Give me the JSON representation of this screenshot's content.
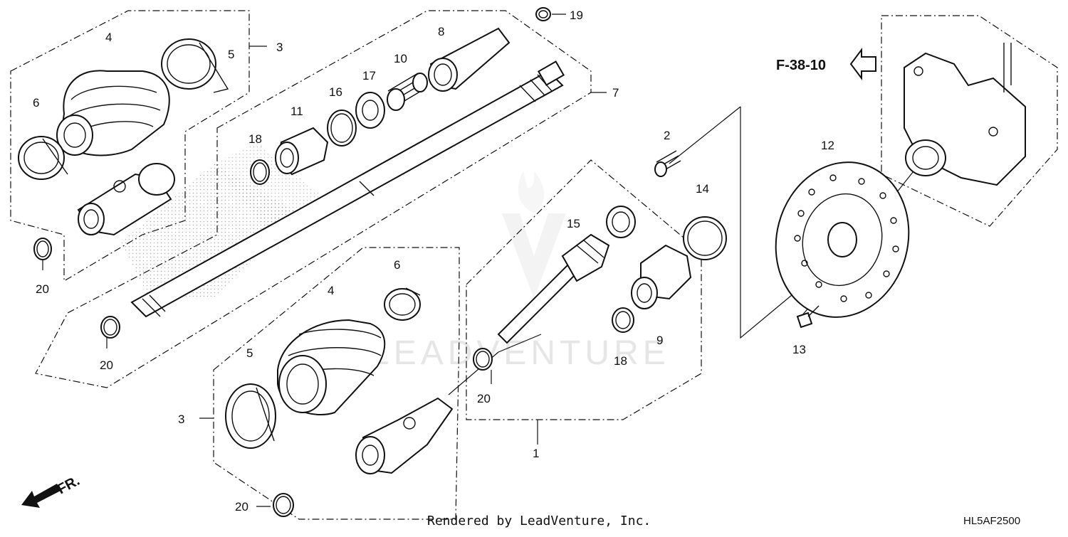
{
  "diagram": {
    "callouts": [
      "1",
      "2",
      "3",
      "3",
      "4",
      "4",
      "5",
      "5",
      "6",
      "6",
      "7",
      "8",
      "9",
      "10",
      "11",
      "12",
      "13",
      "14",
      "15",
      "16",
      "17",
      "18",
      "18",
      "19",
      "20",
      "20",
      "20",
      "20"
    ],
    "reference": "F-38-10",
    "front_marker": "FR.",
    "footer": "Rendered by LeadVenture, Inc.",
    "code": "HL5AF2500",
    "watermark": "LEADVENTURE"
  }
}
